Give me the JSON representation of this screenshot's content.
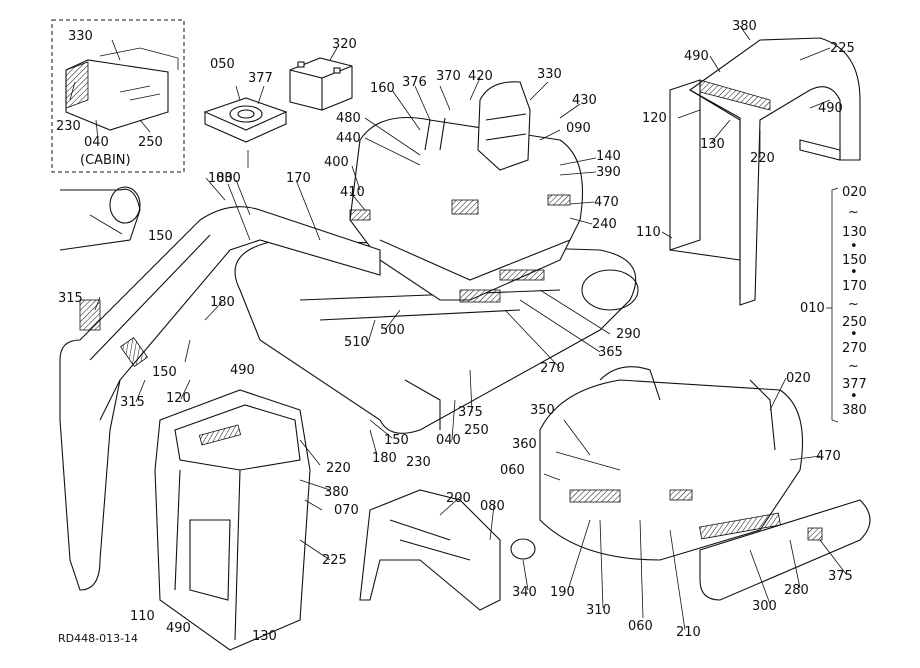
{
  "diagram": {
    "reference_code": "RD448-013-14",
    "cabin_note": "(CABIN)",
    "part_labels": [
      "330",
      "230",
      "040",
      "250",
      "050",
      "377",
      "030",
      "320",
      "160",
      "376",
      "370",
      "420",
      "330",
      "430",
      "090",
      "140",
      "390",
      "470",
      "240",
      "480",
      "440",
      "400",
      "410",
      "170",
      "180",
      "150",
      "180",
      "315",
      "150",
      "120",
      "315",
      "490",
      "510",
      "500",
      "290",
      "365",
      "270",
      "375",
      "250",
      "040",
      "230",
      "150",
      "180",
      "220",
      "380",
      "070",
      "225",
      "200",
      "080",
      "340",
      "190",
      "310",
      "060",
      "210",
      "300",
      "280",
      "375",
      "060",
      "360",
      "350",
      "020",
      "470",
      "380",
      "490",
      "225",
      "120",
      "130",
      "220",
      "490",
      "110",
      "010"
    ],
    "range_column": [
      "020",
      "~",
      "130",
      "•",
      "150",
      "•",
      "170",
      "~",
      "250",
      "•",
      "270",
      "~",
      "377",
      "•",
      "380"
    ],
    "range_label": "010",
    "lower_left_labels": [
      "110",
      "490",
      "130"
    ]
  }
}
